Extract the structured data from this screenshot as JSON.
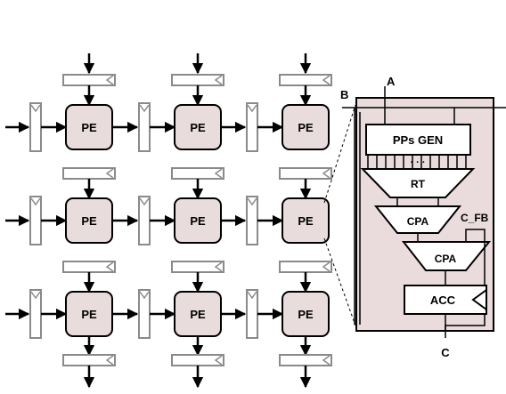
{
  "diagram": {
    "pe_label": "PE",
    "grid": {
      "rows": 3,
      "cols": 3
    },
    "detail": {
      "blocks": [
        "PPs GEN",
        "RT",
        "CPA",
        "CPA",
        "ACC"
      ],
      "dots": "· · ·",
      "inputs": [
        "A",
        "B"
      ],
      "output": "C",
      "feedback": "C_FB"
    },
    "colors": {
      "pe_fill": "#e9dcdc",
      "detail_panel_fill": "#eadcdc",
      "register_stroke": "#8a8a8a",
      "line": "#000000"
    }
  }
}
